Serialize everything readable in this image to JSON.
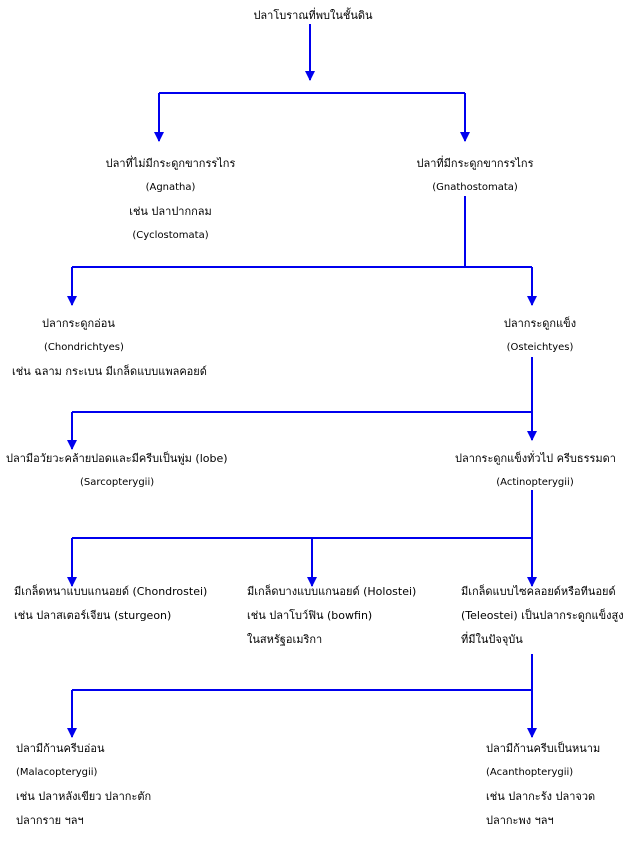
{
  "colors": {
    "line": "#0000ee",
    "text": "#000000",
    "background": "#ffffff"
  },
  "root": {
    "title": "ปลาโบราณที่พบในชั้นดิน"
  },
  "agnatha": {
    "title": "ปลาที่ไม่มีกระดูกขากรรไกร",
    "sci": "(Agnatha)",
    "example": "เช่น ปลาปากกลม",
    "example_sci": "(Cyclostomata)"
  },
  "gnathostomata": {
    "title": "ปลาที่มีกระดูกขากรรไกร",
    "sci": "(Gnathostomata)"
  },
  "chondrichthyes": {
    "title": "ปลากระดูกอ่อน",
    "sci": "(Chondrichtyes)",
    "example": "เช่น ฉลาม กระเบน มีเกล็ดแบบแพลคอยด์"
  },
  "osteichthyes": {
    "title": "ปลากระดูกแข็ง",
    "sci": "(Osteichtyes)"
  },
  "sarcopterygii": {
    "title": "ปลามีอวัยวะคล้ายปอดและมีครีบเป็นพู่ม (lobe)",
    "sci": "(Sarcopterygii)"
  },
  "actinopterygii": {
    "title": "ปลากระดูกแข็งทั่วไป ครีบธรรมดา",
    "sci": "(Actinopterygii)"
  },
  "chondrostei": {
    "line1": "มีเกล็ดหนาแบบแกนอยด์ (Chondrostei)",
    "line2": "เช่น ปลาสเตอร์เจียน (sturgeon)"
  },
  "holostei": {
    "line1": "มีเกล็ดบางแบบแกนอยด์ (Holostei)",
    "line2": "เช่น ปลาโบว์ฟิน (bowfin)",
    "line3": "ในสหรัฐอเมริกา"
  },
  "teleostei": {
    "line1": "มีเกล็ดแบบไซคลอยด์หรือทีนอยด์",
    "line2": "(Teleostei) เป็นปลากระดูกแข็งสูง",
    "line3": "ที่มีในปัจจุบัน"
  },
  "malacopterygii": {
    "title": "ปลามีก้านครีบอ่อน",
    "sci": "(Malacopterygii)",
    "example1": "เช่น ปลาหลังเขียว ปลากะตัก",
    "example2": "ปลากราย ฯลฯ"
  },
  "acanthopterygii": {
    "title": "ปลามีก้านครีบเป็นหนาม",
    "sci": "(Acanthopterygii)",
    "example1": "เช่น ปลากะรัง ปลาจวด",
    "example2": "ปลากะพง ฯลฯ"
  }
}
